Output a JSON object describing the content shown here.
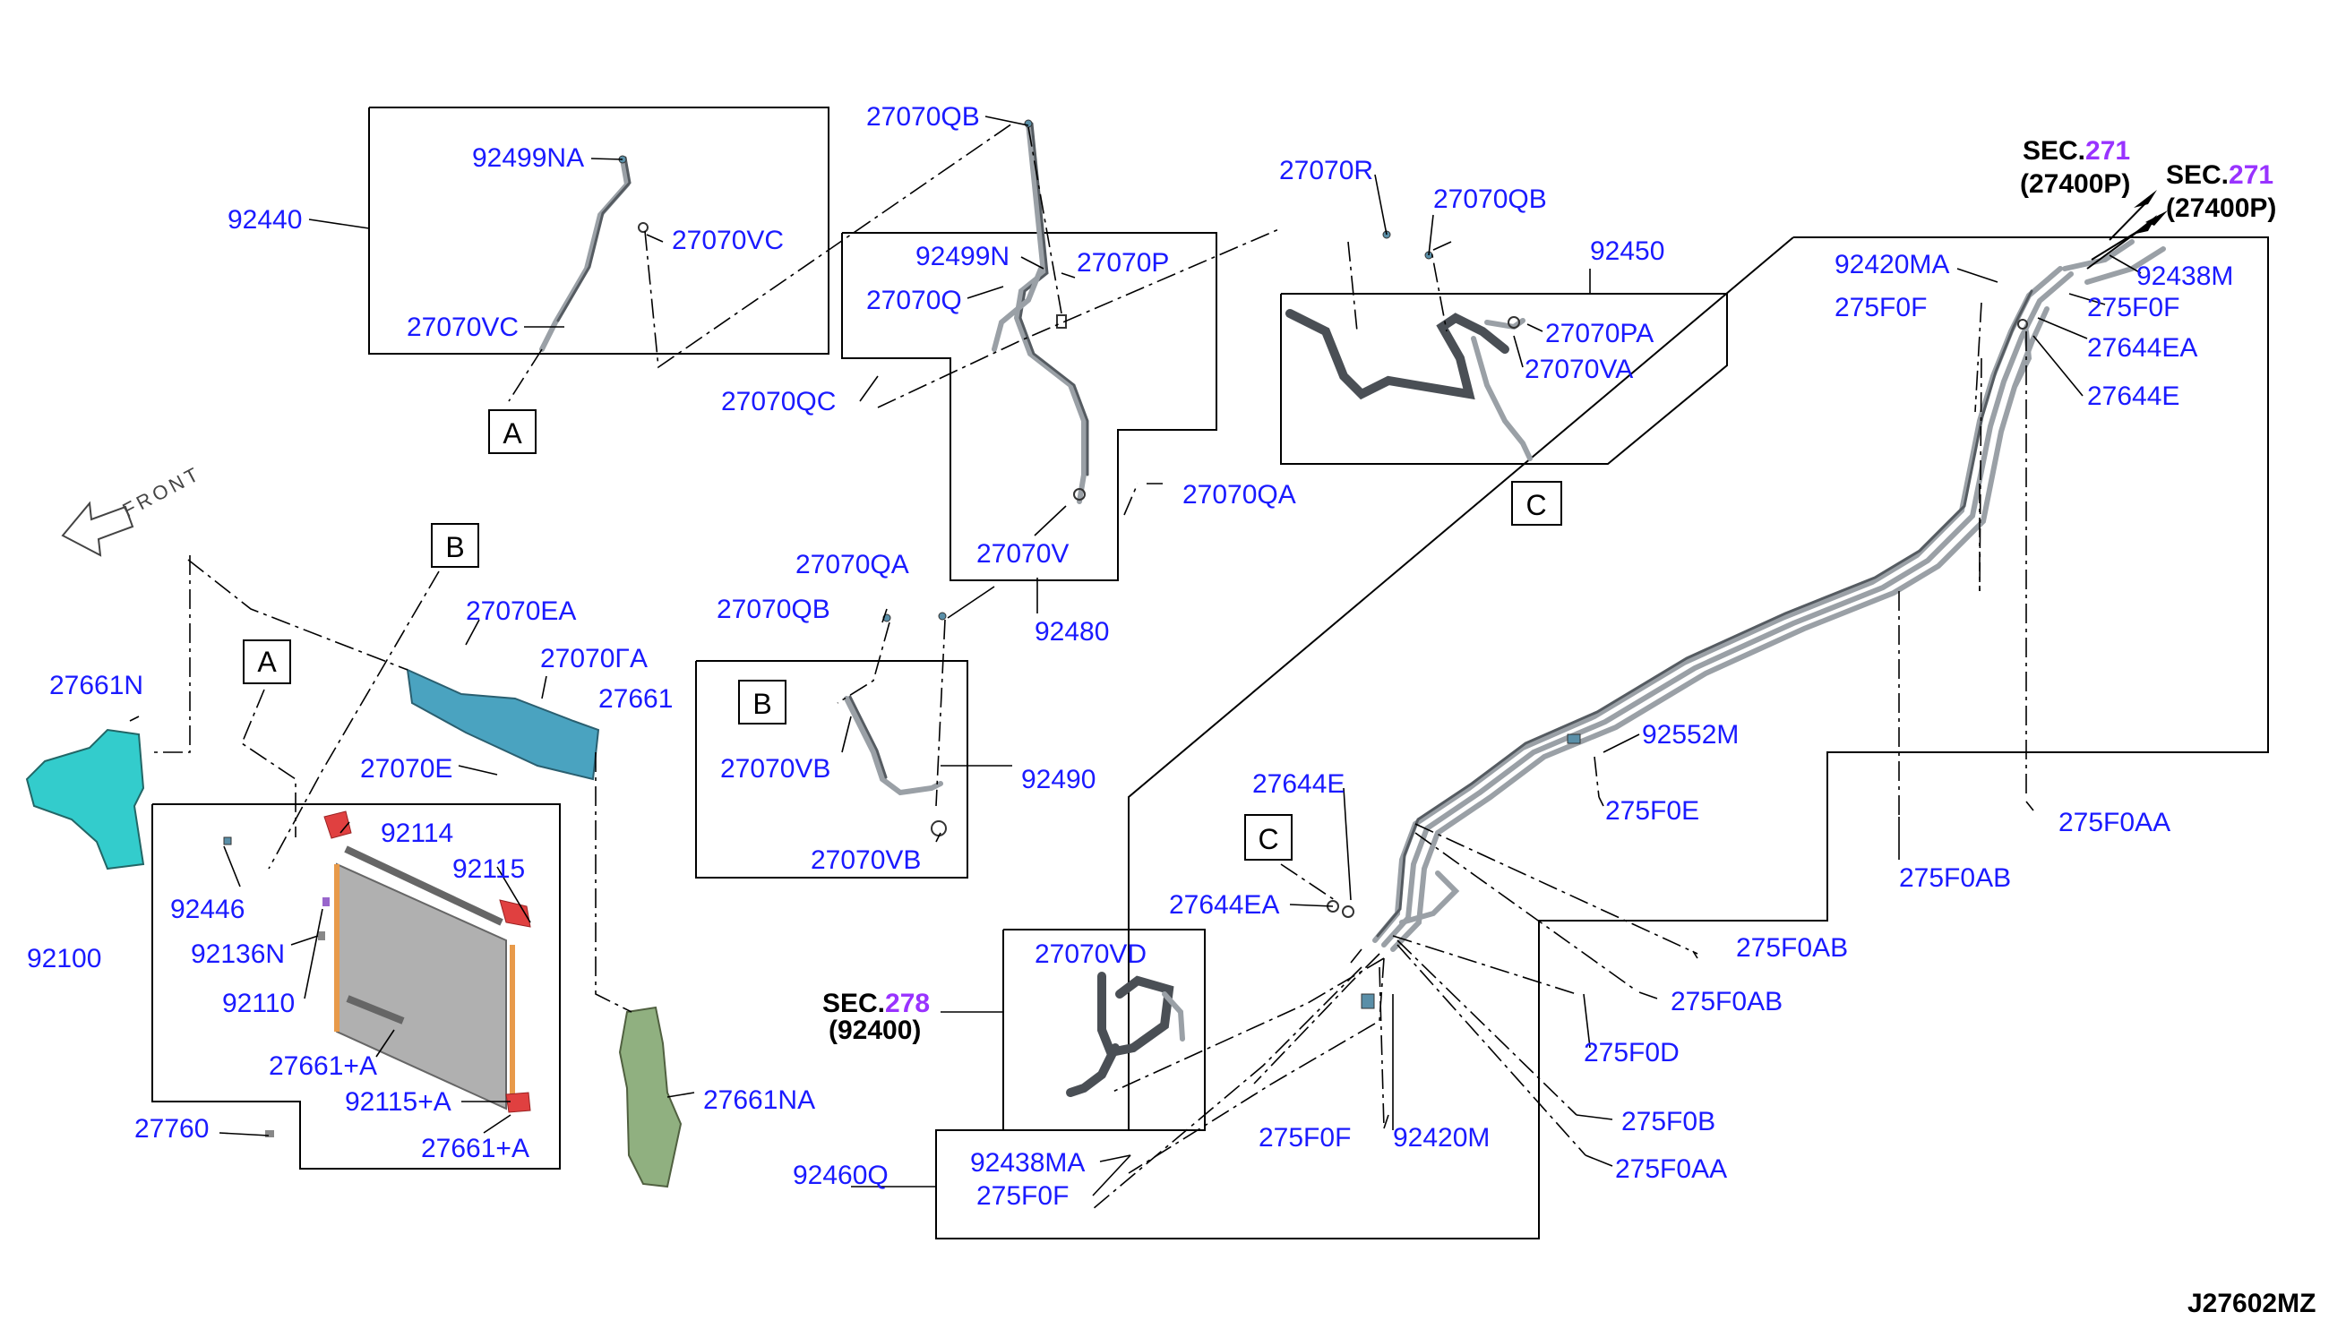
{
  "diagram_code": "J27602MZ",
  "front_label": "FRONT",
  "callouts": {
    "a1": "A",
    "a2": "A",
    "b1": "B",
    "b2": "B",
    "c1": "C",
    "c2": "C"
  },
  "sec_refs": {
    "sec1_prefix": "SEC.",
    "sec1_num": "271",
    "sec1_part": "(27400P)",
    "sec2_prefix": "SEC.",
    "sec2_num": "271",
    "sec2_part": "(27400P)",
    "sec3_prefix": "SEC.",
    "sec3_num": "278",
    "sec3_part": "(92400)"
  },
  "labels": {
    "l92440": "92440",
    "l92499NA": "92499NA",
    "l27070VC_1": "27070VC",
    "l27070VC_2": "27070VC",
    "l27070QB_1": "27070QB",
    "l92499N": "92499N",
    "l27070P": "27070P",
    "l27070Q": "27070Q",
    "l27070QC": "27070QC",
    "l27070QA_1": "27070QA",
    "l27070V": "27070V",
    "l92480": "92480",
    "l27070R": "27070R",
    "l27070QB_2": "27070QB",
    "l92450": "92450",
    "l27070PA": "27070PA",
    "l27070VA": "27070VA",
    "l92420MA": "92420MA",
    "l92438M": "92438M",
    "l275F0F_1": "275F0F",
    "l275F0F_2": "275F0F",
    "l27644EA_1": "27644EA",
    "l27644E_1": "27644E",
    "l27661N": "27661N",
    "l27070EA": "27070EA",
    "l27070FA": "27070ΓA",
    "l27661": "27661",
    "l27070E": "27070E",
    "l27070QA_2": "27070QA",
    "l27070QB_3": "27070QB",
    "l27070VB_1": "27070VB",
    "l27070VB_2": "27070VB",
    "l92490": "92490",
    "l92552M": "92552M",
    "l275F0E": "275F0E",
    "l275F0AA_1": "275F0AA",
    "l275F0AB_1": "275F0AB",
    "l27644E_2": "27644E",
    "l27644EA_2": "27644EA",
    "l92114": "92114",
    "l92115": "92115",
    "l92446": "92446",
    "l92136N": "92136N",
    "l92100": "92100",
    "l92110": "92110",
    "l27661A_1": "27661+A",
    "l92115A": "92115+A",
    "l27661A_2": "27661+A",
    "l27760": "27760",
    "l27661NA": "27661NA",
    "l27070VD": "27070VD",
    "l275F0AB_2": "275F0AB",
    "l275F0AB_3": "275F0AB",
    "l275F0D": "275F0D",
    "l275F0F_3": "275F0F",
    "l92420M": "92420M",
    "l275F0B": "275F0B",
    "l275F0AA_2": "275F0AA",
    "l92460Q": "92460Q",
    "l92438MA": "92438MA",
    "l275F0F_4": "275F0F"
  }
}
